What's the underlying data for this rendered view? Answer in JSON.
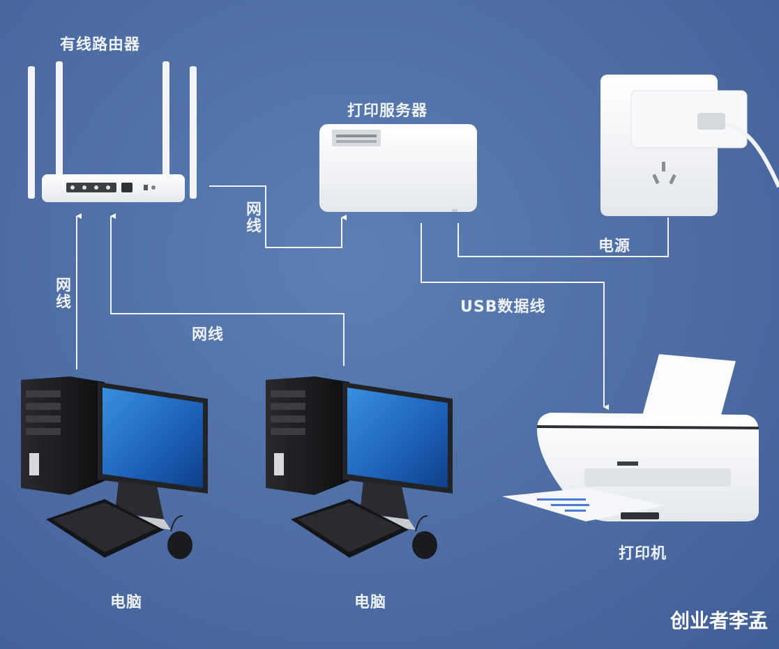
{
  "labels": {
    "router": "有线路由器",
    "print_server": "打印服务器",
    "cable_router_server": "网线",
    "cable_left": "网线",
    "cable_middle": "网线",
    "power": "电源",
    "usb": "USB数据线",
    "printer": "打印机",
    "computer_left": "电脑",
    "computer_right": "电脑"
  },
  "watermark": "创业者李孟"
}
